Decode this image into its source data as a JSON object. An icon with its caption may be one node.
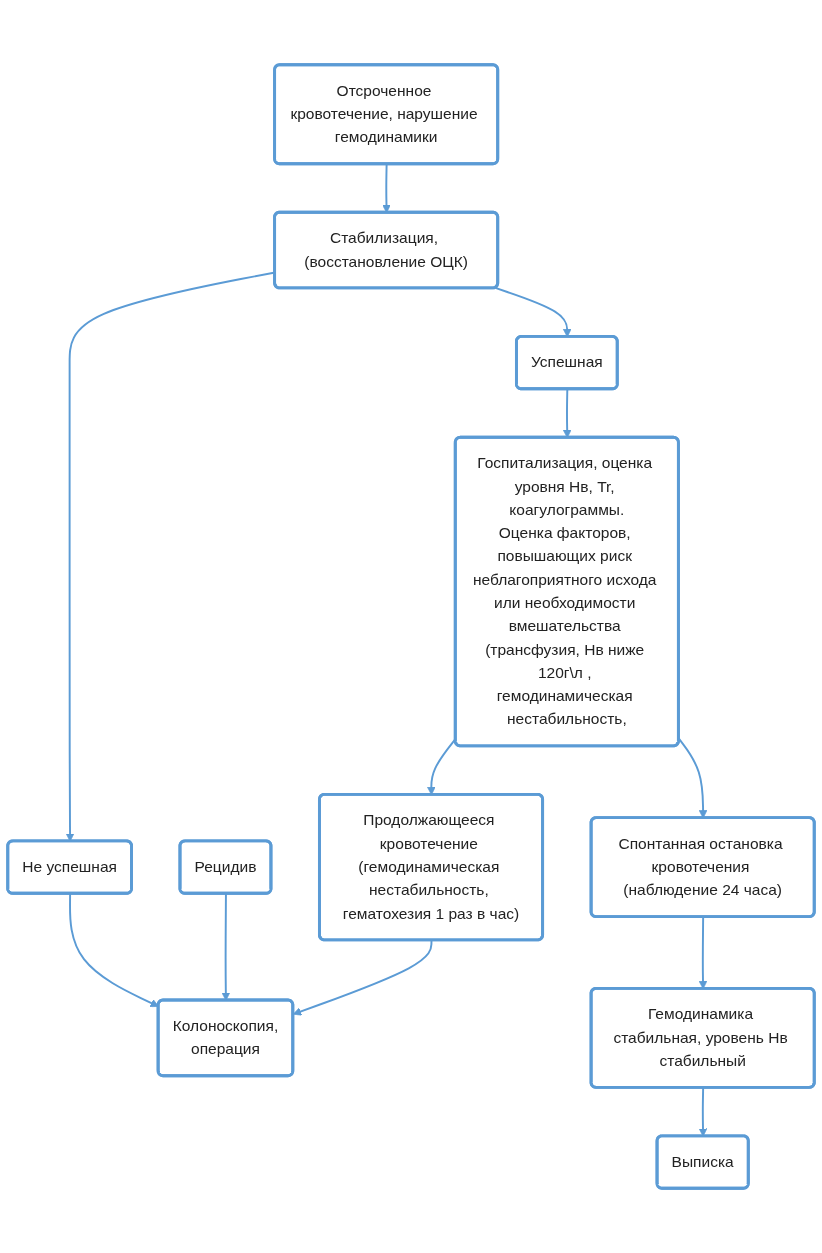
{
  "diagram": {
    "nodes": [
      {
        "text": [
          "Отсроченное кровотечение, нарушение гемодинамики"
        ]
      },
      {
        "text": [
          "Стабилизация, (восстановление ОЦК)"
        ]
      },
      {
        "text": [
          "Не успешная"
        ]
      },
      {
        "text": [
          "Колоноскопия,",
          "операция"
        ]
      },
      {
        "text": [
          "Успешная"
        ]
      },
      {
        "text": [
          "Госпитализация, оценка уровня Нв, Tr, коагулограммы.",
          "Оценка факторов, повышающих риск неблагоприятного исхода или необходимости вмешательства (трансфузия, Нв ниже 120г\\л , гемодинамическая нестабильность,"
        ]
      },
      {
        "text": [
          "Рецидив"
        ]
      },
      {
        "text": [
          "Продолжающееся кровотечение (гемодинамическая нестабильность, гематохезия 1 раз в час)"
        ]
      },
      {
        "text": [
          "Спонтанная остановка кровотечения (наблюдение 24 часа)"
        ]
      },
      {
        "text": [
          "Выписка"
        ]
      },
      {
        "text": [
          "Гемодинамика стабильная, уровень Нв стабильный"
        ]
      }
    ],
    "edges": [
      {
        "from": 0,
        "to": 1,
        "arrow": "to"
      },
      {
        "from": 1,
        "to": 2,
        "arrow": "to"
      },
      {
        "from": 2,
        "to": 3,
        "arrow": "to"
      },
      {
        "from": 1,
        "to": 4,
        "arrow": "to"
      },
      {
        "from": 4,
        "to": 5,
        "arrow": "to"
      },
      {
        "from": 6,
        "to": 3,
        "arrow": "to"
      },
      {
        "from": 5,
        "to": 7,
        "arrow": "to"
      },
      {
        "from": 7,
        "to": 3,
        "arrow": "to"
      },
      {
        "from": 5,
        "to": 8,
        "arrow": "to"
      },
      {
        "from": 8,
        "to": 10,
        "arrow": "to"
      },
      {
        "from": 10,
        "to": 9,
        "arrow": "to"
      }
    ]
  }
}
